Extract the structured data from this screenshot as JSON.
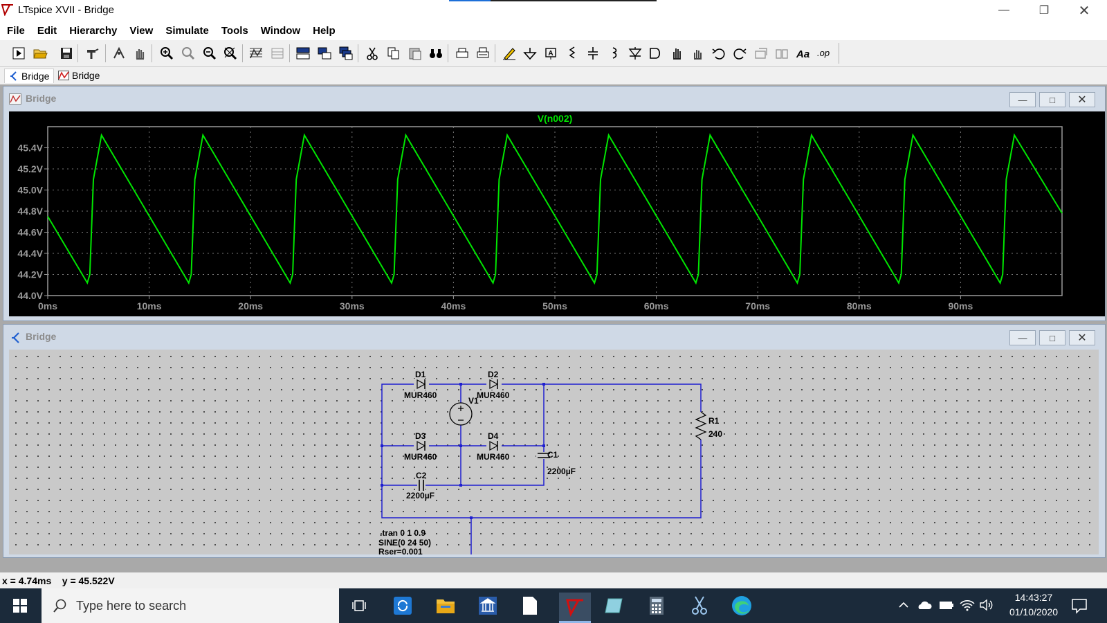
{
  "window": {
    "title": "LTspice XVII - Bridge"
  },
  "menu": [
    "File",
    "Edit",
    "Hierarchy",
    "View",
    "Simulate",
    "Tools",
    "Window",
    "Help"
  ],
  "doc_tabs": [
    {
      "label": "Bridge",
      "kind": "schematic",
      "active": true
    },
    {
      "label": "Bridge",
      "kind": "waveform",
      "active": false
    }
  ],
  "waveform_window": {
    "title": "Bridge"
  },
  "schematic_window": {
    "title": "Bridge"
  },
  "chart_data": {
    "type": "line",
    "title": "V(n002)",
    "xlabel": "",
    "ylabel": "",
    "x_ticks": [
      "0ms",
      "10ms",
      "20ms",
      "30ms",
      "40ms",
      "50ms",
      "60ms",
      "70ms",
      "80ms",
      "90ms"
    ],
    "y_ticks": [
      "44.0V",
      "44.2V",
      "44.4V",
      "44.6V",
      "44.8V",
      "45.0V",
      "45.2V",
      "45.4V"
    ],
    "xlim": [
      0,
      100
    ],
    "ylim": [
      44.0,
      45.6
    ],
    "grid": true,
    "series_color": "#00e600",
    "series": [
      {
        "name": "V(n002)",
        "x": [
          0,
          3.9,
          4.15,
          4.5,
          5.3,
          13.9,
          14.15,
          14.5,
          15.3,
          23.9,
          24.15,
          24.5,
          25.3,
          33.9,
          34.15,
          34.5,
          35.3,
          43.9,
          44.15,
          44.5,
          45.3,
          53.9,
          54.15,
          54.5,
          55.3,
          63.9,
          64.15,
          64.5,
          65.3,
          73.9,
          74.15,
          74.5,
          75.3,
          83.9,
          84.15,
          84.5,
          85.3,
          93.9,
          94.15,
          94.5,
          95.3,
          100
        ],
        "y": [
          44.75,
          44.12,
          44.2,
          45.1,
          45.52,
          44.12,
          44.2,
          45.1,
          45.52,
          44.12,
          44.2,
          45.1,
          45.52,
          44.12,
          44.2,
          45.1,
          45.52,
          44.12,
          44.2,
          45.1,
          45.52,
          44.12,
          44.2,
          45.1,
          45.52,
          44.12,
          44.2,
          45.1,
          45.52,
          44.12,
          44.2,
          45.1,
          45.52,
          44.12,
          44.2,
          45.1,
          45.52,
          44.12,
          44.2,
          45.1,
          45.52,
          44.78
        ]
      }
    ]
  },
  "schematic": {
    "components": [
      {
        "ref": "D1",
        "value": "MUR460"
      },
      {
        "ref": "D2",
        "value": "MUR460"
      },
      {
        "ref": "D3",
        "value": "MUR460"
      },
      {
        "ref": "D4",
        "value": "MUR460"
      },
      {
        "ref": "V1",
        "value": ""
      },
      {
        "ref": "C1",
        "value": "2200µF"
      },
      {
        "ref": "C2",
        "value": "2200µF"
      },
      {
        "ref": "R1",
        "value": "240"
      }
    ],
    "directives": [
      ".tran 0 1 0.9",
      "SINE(0 24 50)",
      "Rser=0.001"
    ],
    "wire_color": "#1f1fd0"
  },
  "status": {
    "cursor": "x = 4.74ms    y = 45.522V"
  },
  "taskbar": {
    "search_placeholder": "Type here to search",
    "time": "14:43:27",
    "date": "01/10/2020"
  }
}
